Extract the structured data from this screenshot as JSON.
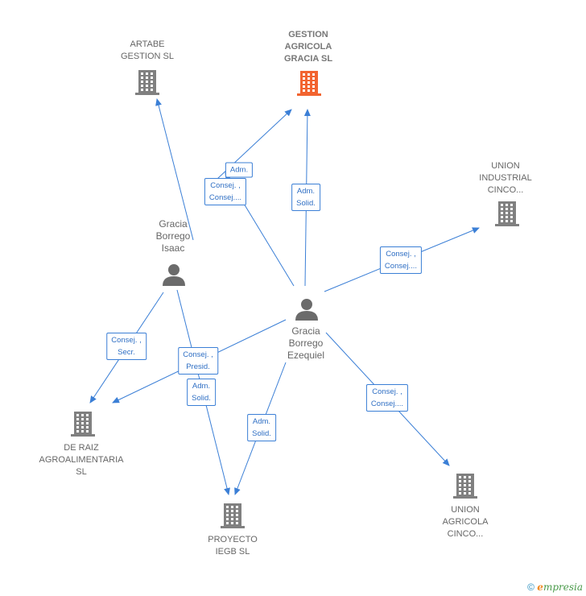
{
  "companies": {
    "artabe": {
      "label": "ARTABE\nGESTION  SL",
      "color": "#808080"
    },
    "gestion": {
      "label": "GESTION\nAGRICOLA\nGRACIA  SL",
      "color": "#f26430"
    },
    "union_industrial": {
      "label": "UNION\nINDUSTRIAL\nCINCO...",
      "color": "#808080"
    },
    "de_raiz": {
      "label": "DE RAIZ\nAGROALIMENTARIA\nSL",
      "color": "#808080"
    },
    "proyecto": {
      "label": "PROYECTO\nIEGB  SL",
      "color": "#808080"
    },
    "union_agricola": {
      "label": "UNION\nAGRICOLA\nCINCO...",
      "color": "#808080"
    }
  },
  "people": {
    "isaac": {
      "label": "Gracia\nBorrego\nIsaac"
    },
    "ezequiel": {
      "label": "Gracia\nBorrego\nEzequiel"
    }
  },
  "edge_labels": {
    "isaac_gestion": "Adm.",
    "isaac_artabe": "Consej. ,\nConsej....",
    "ezequiel_gestion": "Adm.\nSolid.",
    "ezequiel_union_industrial": "Consej. ,\nConsej....",
    "isaac_de_raiz": "Consej. ,\nSecr.",
    "ezequiel_de_raiz": "Consej. ,\nPresid.",
    "isaac_proyecto": "Adm.\nSolid.",
    "ezequiel_proyecto": "Adm.\nSolid.",
    "ezequiel_union_agricola": "Consej. ,\nConsej...."
  },
  "colors": {
    "edge": "#3b7fd6",
    "person": "#6b6b6b",
    "building": "#808080",
    "focus_building": "#f26430"
  },
  "footer": {
    "copyright": "©",
    "brand_e": "e",
    "brand_rest": "mpresia"
  }
}
